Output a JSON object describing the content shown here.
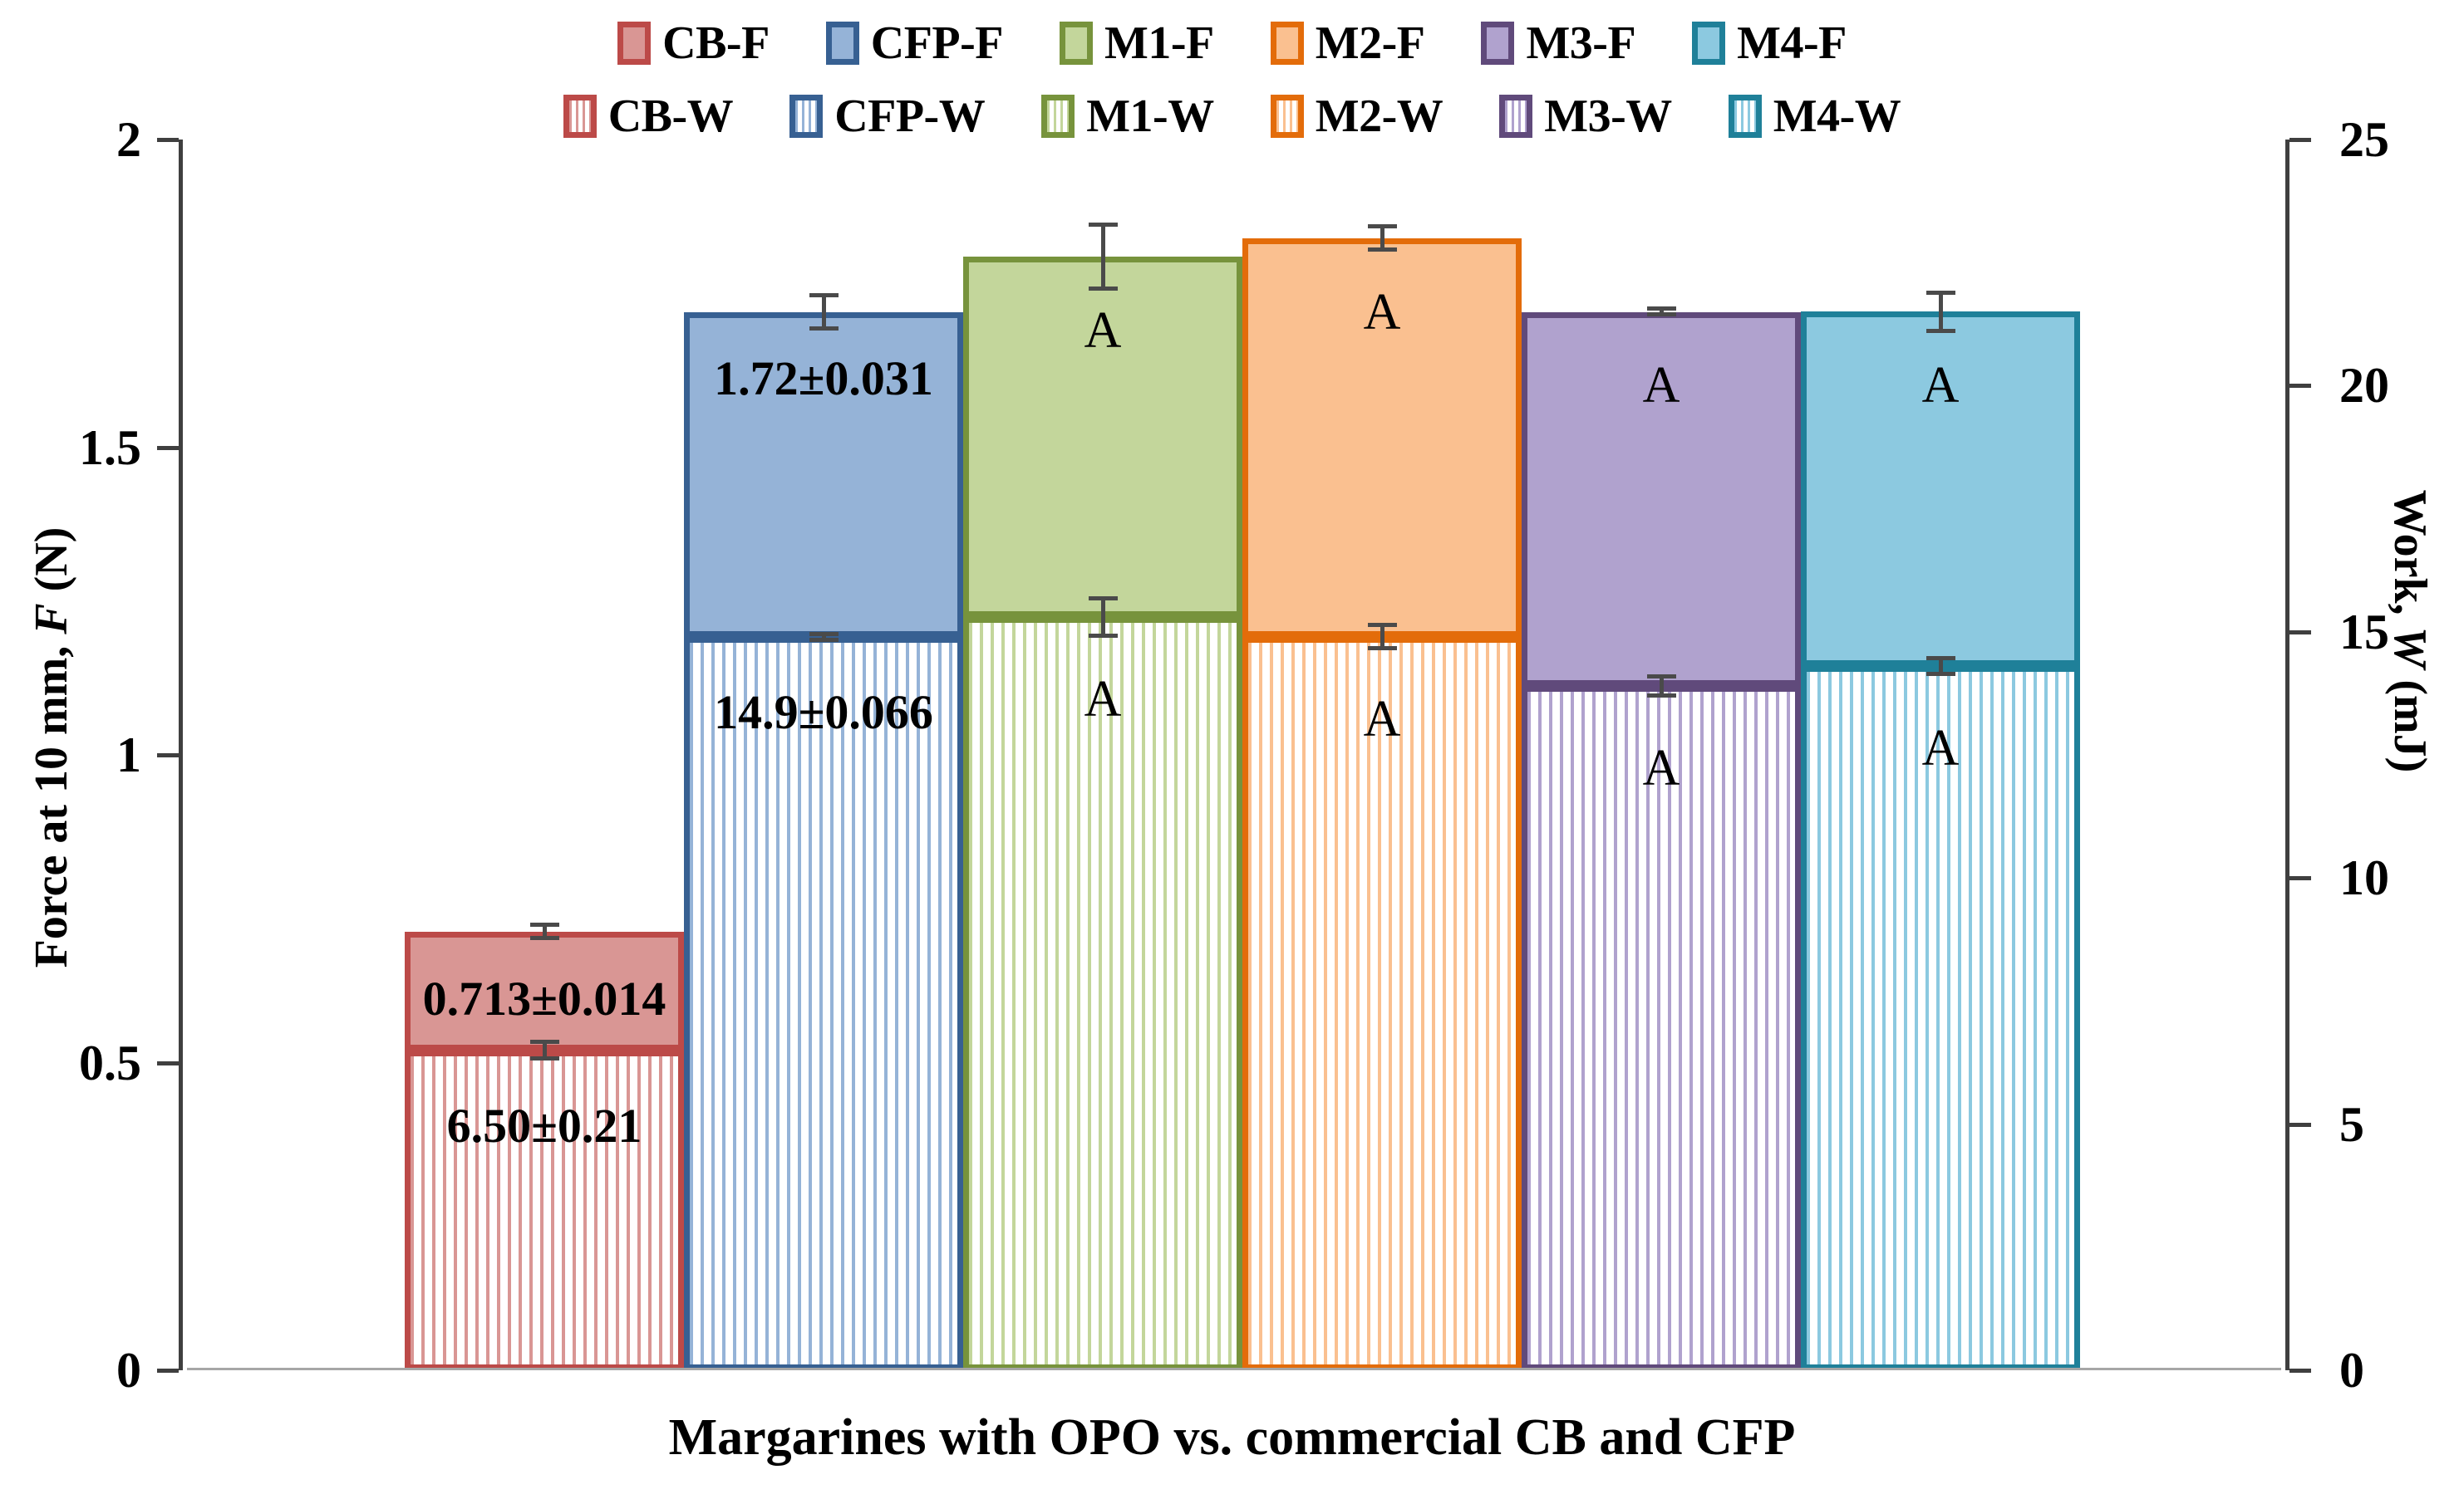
{
  "legend": {
    "rows": [
      [
        {
          "label": "CB-F",
          "color": "#BC4A48",
          "fill": "#D99694",
          "pattern": "solid"
        },
        {
          "label": "CFP-F",
          "color": "#376092",
          "fill": "#95B3D7",
          "pattern": "solid"
        },
        {
          "label": "M1-F",
          "color": "#77933C",
          "fill": "#C3D69B",
          "pattern": "solid"
        },
        {
          "label": "M2-F",
          "color": "#E36C0A",
          "fill": "#FAC090",
          "pattern": "solid"
        },
        {
          "label": "M3-F",
          "color": "#604A7B",
          "fill": "#B0A2CE",
          "pattern": "solid"
        },
        {
          "label": "M4-F",
          "color": "#1F8099",
          "fill": "#8CC9E0",
          "pattern": "solid"
        }
      ],
      [
        {
          "label": "CB-W",
          "color": "#BC4A48",
          "fill": "#D99694",
          "pattern": "vertical-stripes"
        },
        {
          "label": "CFP-W",
          "color": "#376092",
          "fill": "#95B3D7",
          "pattern": "vertical-stripes"
        },
        {
          "label": "M1-W",
          "color": "#77933C",
          "fill": "#C3D69B",
          "pattern": "vertical-stripes"
        },
        {
          "label": "M2-W",
          "color": "#E36C0A",
          "fill": "#FAC090",
          "pattern": "vertical-stripes"
        },
        {
          "label": "M3-W",
          "color": "#604A7B",
          "fill": "#B0A2CE",
          "pattern": "vertical-stripes"
        },
        {
          "label": "M4-W",
          "color": "#1F8099",
          "fill": "#8CC9E0",
          "pattern": "vertical-stripes"
        }
      ]
    ]
  },
  "axes": {
    "left_title_pre": "Force at 10 mm, ",
    "left_title_sym": "F",
    "left_title_post": " (N)",
    "right_title_pre": "Work, ",
    "right_title_sym": "W",
    "right_title_post": " (mJ)",
    "x_title": "Margarines with OPO vs. commercial CB and CFP",
    "left_ticks": [
      "2",
      "1.5",
      "1",
      "0.5",
      "0"
    ],
    "right_ticks": [
      "25",
      "20",
      "15",
      "10",
      "5",
      "0"
    ]
  },
  "chart_data": {
    "type": "bar",
    "subtype": "stacked-dual-axis",
    "title": "",
    "xlabel": "Margarines with OPO vs. commercial CB and CFP",
    "ylabel": "Force at 10 mm, F (N)",
    "y2label": "Work, W (mJ)",
    "ylim": [
      0,
      2
    ],
    "y2lim": [
      0,
      25
    ],
    "grid": false,
    "legend_position": "top",
    "categories": [
      "CB",
      "CFP",
      "M1",
      "M2",
      "M3",
      "M4"
    ],
    "series": [
      {
        "name": "Force at 10 mm, F (N)",
        "suffix": "-F",
        "axis": "left",
        "pattern": "solid",
        "values": [
          0.713,
          1.72,
          1.81,
          1.84,
          1.72,
          1.72
        ],
        "errors": [
          0.014,
          0.031,
          0.055,
          0.022,
          0.0,
          0.035
        ],
        "labels": [
          "0.713±0.014",
          "1.72±0.031",
          "A",
          "A",
          "A",
          "A"
        ]
      },
      {
        "name": "Work, W (mJ)",
        "suffix": "-W",
        "axis": "right",
        "pattern": "vertical-stripes",
        "values": [
          6.5,
          14.9,
          15.3,
          14.9,
          13.9,
          14.3
        ],
        "errors": [
          0.21,
          0.066,
          0.42,
          0.28,
          0.24,
          0.2
        ],
        "labels": [
          "6.50±0.21",
          "14.9±0.066",
          "A",
          "A",
          "A",
          "A"
        ]
      }
    ]
  },
  "bars": [
    {
      "category": "CB",
      "color": "#BC4A48",
      "fill": "#D99694",
      "f_value": 0.713,
      "f_err": 0.014,
      "f_label": "0.713±0.014",
      "w_value": 6.5,
      "w_err": 0.21,
      "w_label": "6.50±0.21"
    },
    {
      "category": "CFP",
      "color": "#376092",
      "fill": "#95B3D7",
      "f_value": 1.72,
      "f_err": 0.031,
      "f_label": "1.72±0.031",
      "w_value": 14.9,
      "w_err": 0.066,
      "w_label": "14.9±0.066"
    },
    {
      "category": "M1",
      "color": "#77933C",
      "fill": "#C3D69B",
      "f_value": 1.81,
      "f_err": 0.055,
      "f_label": "A",
      "w_value": 15.3,
      "w_err": 0.42,
      "w_label": "A"
    },
    {
      "category": "M2",
      "color": "#E36C0A",
      "fill": "#FAC090",
      "f_value": 1.84,
      "f_err": 0.022,
      "f_label": "A",
      "w_value": 14.9,
      "w_err": 0.28,
      "w_label": "A"
    },
    {
      "category": "M3",
      "color": "#604A7B",
      "fill": "#B0A2CE",
      "f_value": 1.72,
      "f_err": 0.005,
      "f_label": "A",
      "w_value": 13.9,
      "w_err": 0.24,
      "w_label": "A"
    },
    {
      "category": "M4",
      "color": "#1F8099",
      "fill": "#8CC9E0",
      "f_value": 1.72,
      "f_err": 0.035,
      "f_label": "A",
      "w_value": 14.3,
      "w_err": 0.2,
      "w_label": "A"
    }
  ]
}
